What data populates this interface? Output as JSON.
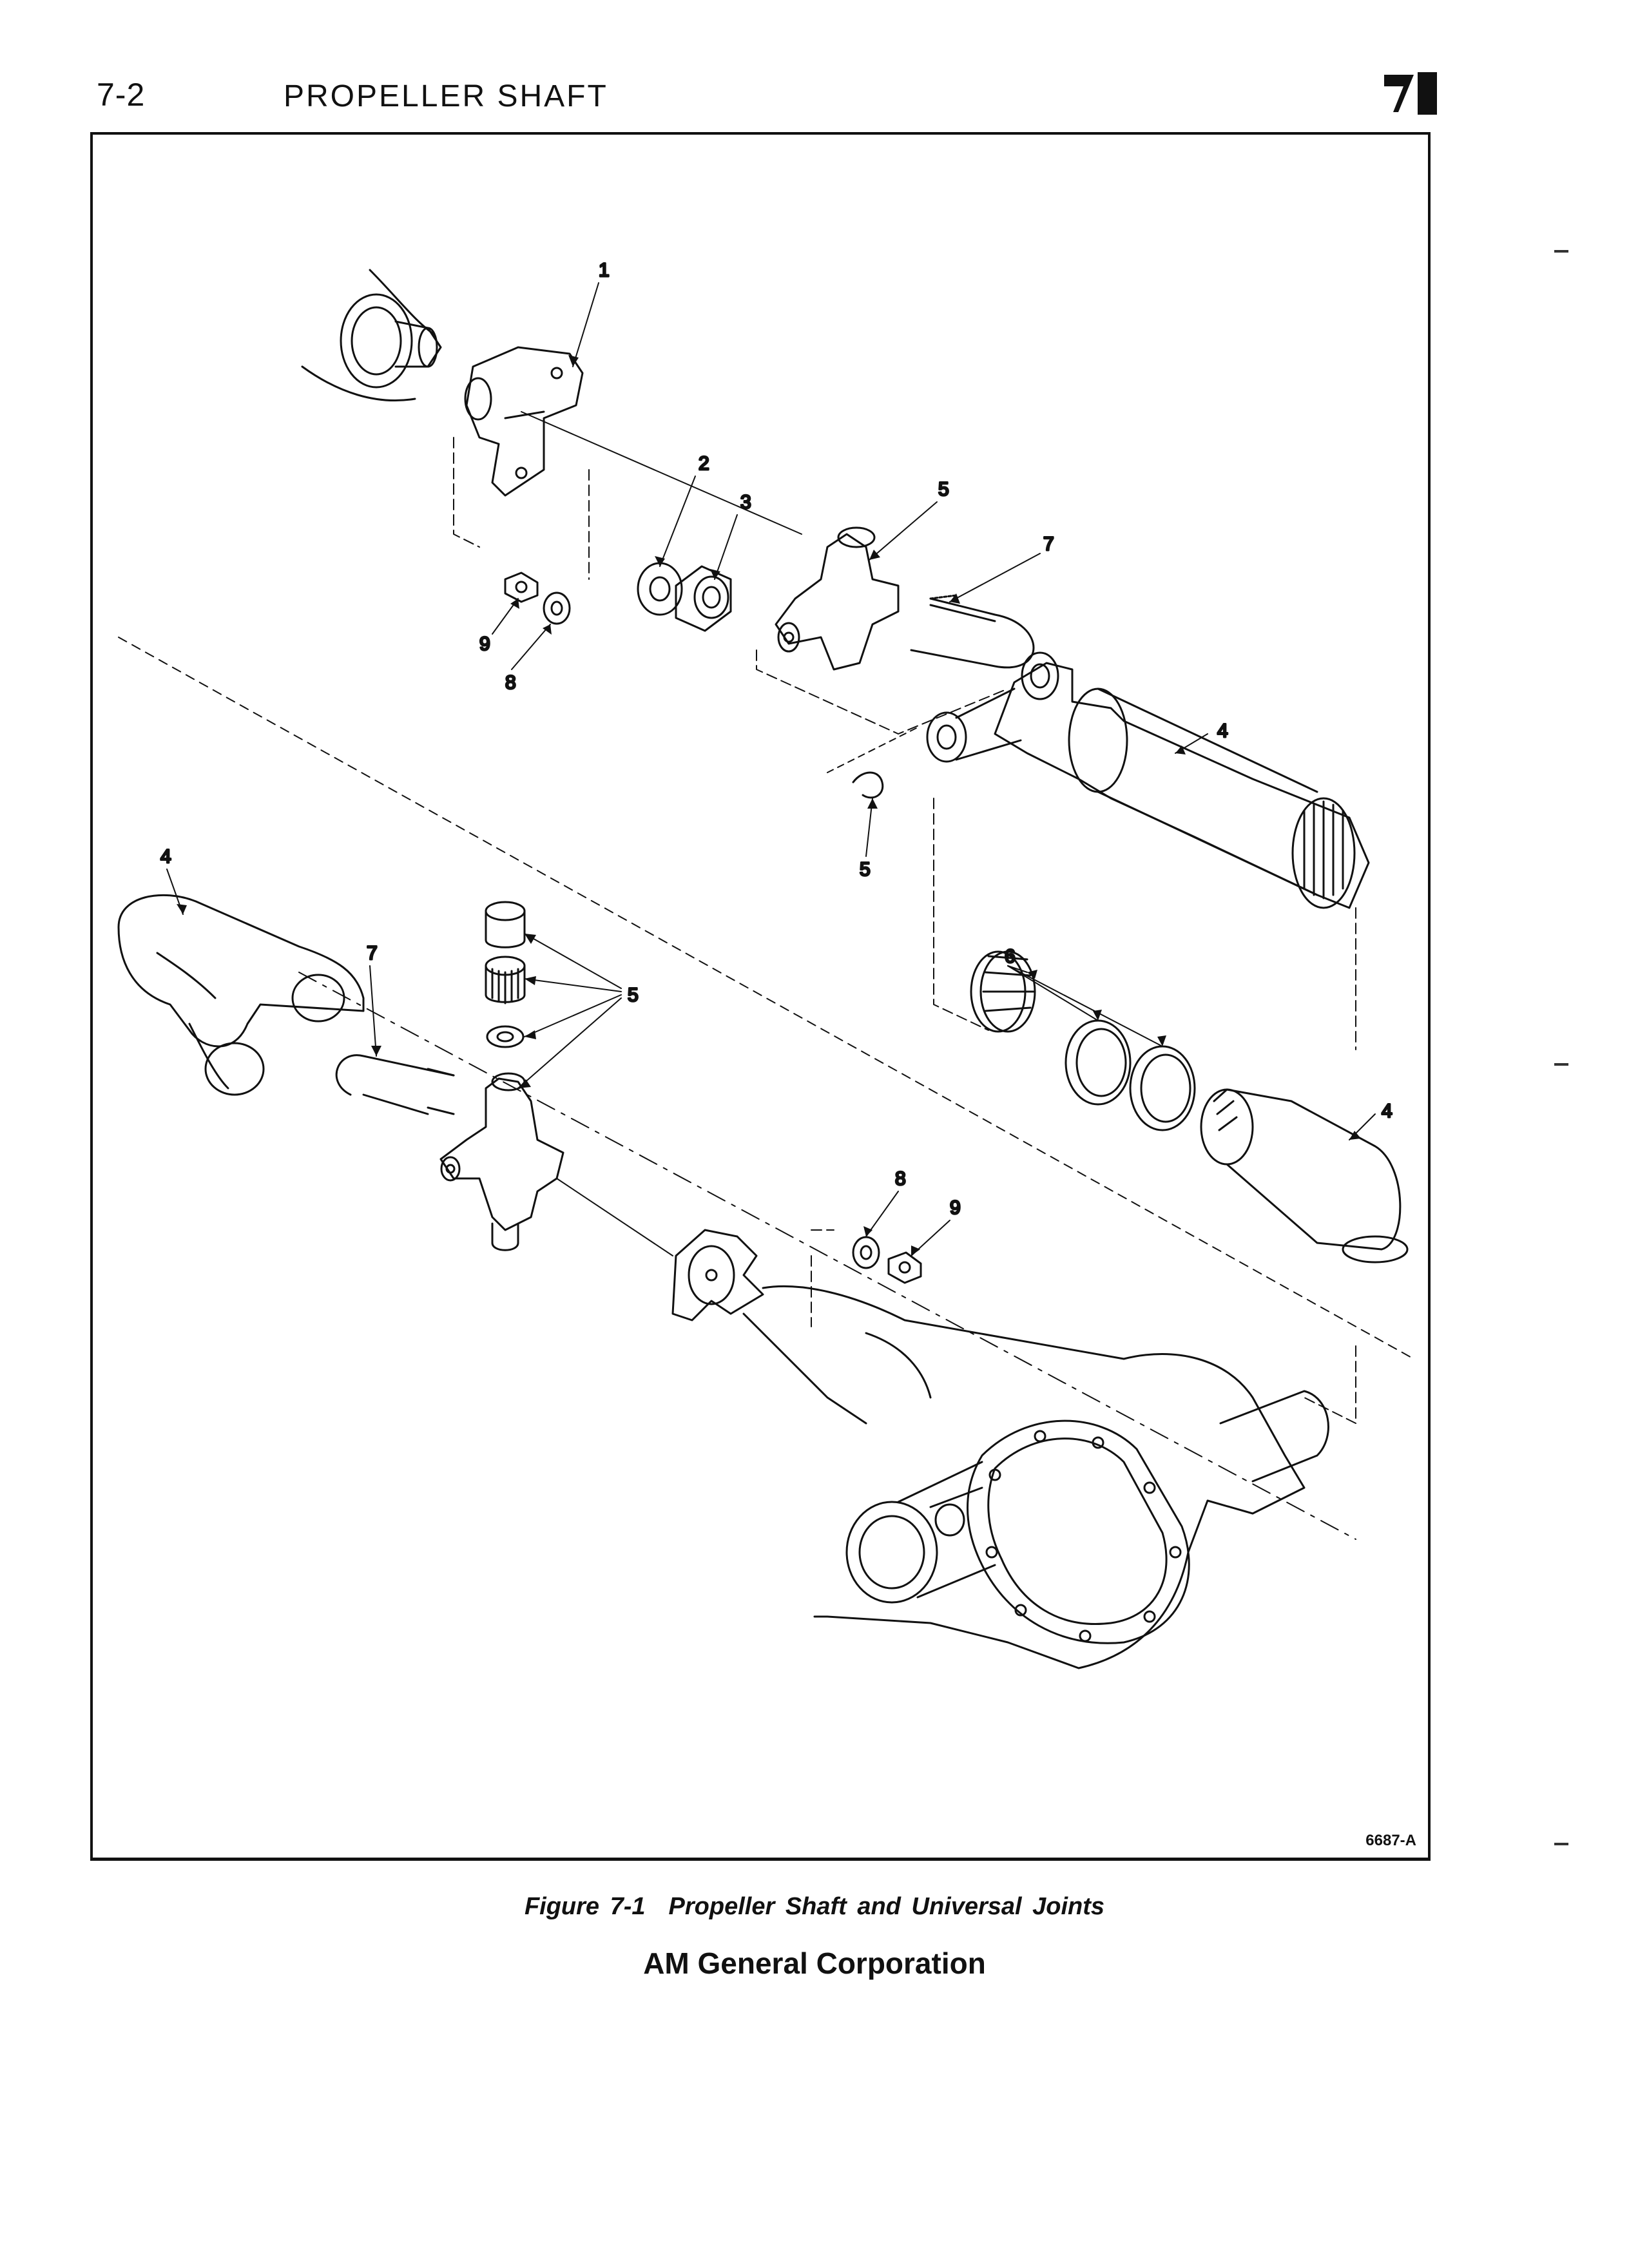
{
  "header": {
    "page_number": "7-2",
    "section_title": "PROPELLER SHAFT"
  },
  "figure": {
    "id": "6687-A",
    "caption_number": "Figure 7-1",
    "caption_title": "Propeller Shaft and Universal Joints",
    "callouts": [
      "1",
      "2",
      "3",
      "5",
      "7",
      "9",
      "8",
      "4",
      "5",
      "4",
      "7",
      "5",
      "6",
      "4",
      "8",
      "9"
    ]
  },
  "footer": {
    "organization": "AM General Corporation"
  }
}
